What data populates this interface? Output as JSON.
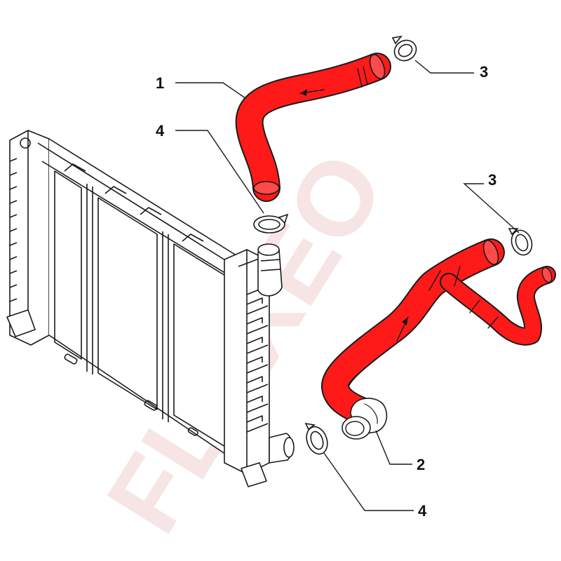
{
  "watermark": {
    "text": "FLEXEO"
  },
  "callouts": [
    {
      "id": "1",
      "label": "1"
    },
    {
      "id": "3a",
      "label": "3"
    },
    {
      "id": "4a",
      "label": "4"
    },
    {
      "id": "3b",
      "label": "3"
    },
    {
      "id": "2",
      "label": "2"
    },
    {
      "id": "4b",
      "label": "4"
    }
  ],
  "colors": {
    "hose": "#ff1a1a",
    "outline": "#1a1a1a",
    "watermark": "#f1cfcf",
    "background": "#ffffff"
  }
}
